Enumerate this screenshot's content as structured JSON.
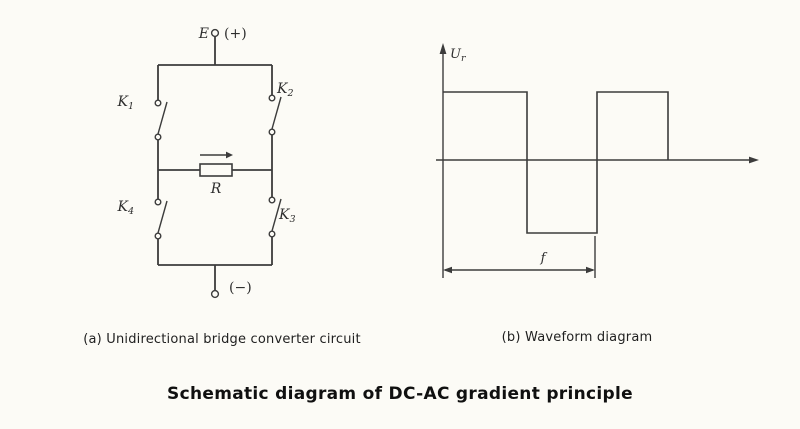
{
  "page": {
    "background": "#fcfbf6",
    "line_color": "#3c3c3c",
    "title": "Schematic diagram of DC-AC gradient principle"
  },
  "circuit": {
    "caption": "(a) Unidirectional bridge converter circuit",
    "source_label": "E",
    "positive_terminal": "(+)",
    "negative_terminal": "(−)",
    "resistor_label": "R",
    "switches": [
      {
        "base": "K",
        "sub": "1"
      },
      {
        "base": "K",
        "sub": "2"
      },
      {
        "base": "K",
        "sub": "3"
      },
      {
        "base": "K",
        "sub": "4"
      }
    ]
  },
  "waveform": {
    "caption": "(b) Waveform diagram",
    "axis_label_base": "U",
    "axis_label_sub": "r",
    "period_label": "f"
  }
}
